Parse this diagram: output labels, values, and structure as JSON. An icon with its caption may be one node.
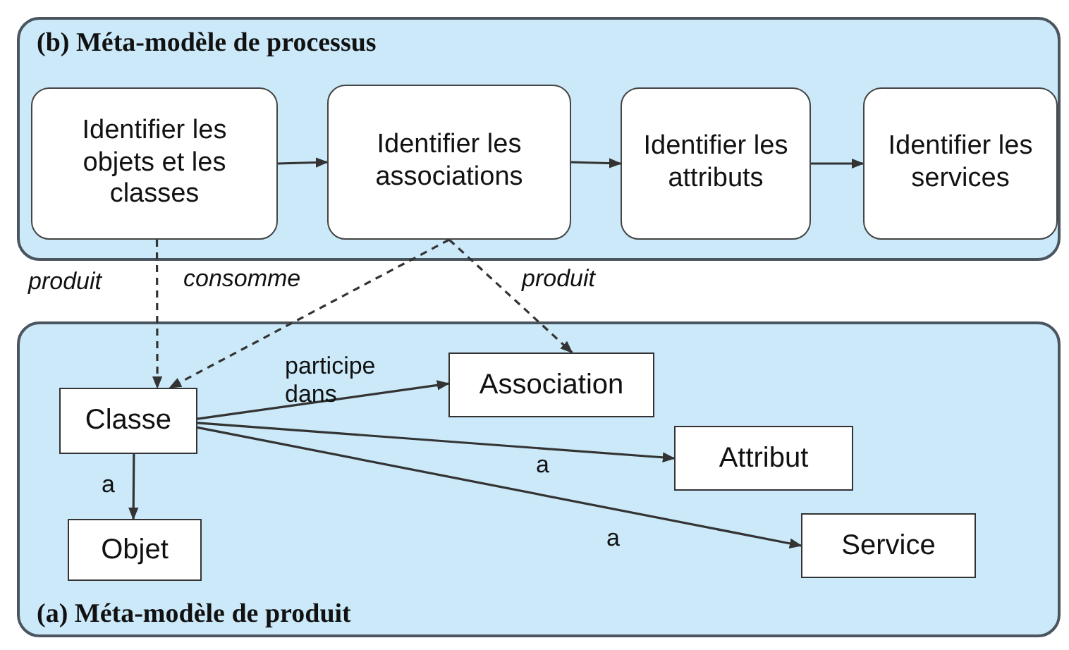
{
  "diagram": {
    "nodes": [
      {
        "text": [
          "(b) Méta-modèle de processus"
        ]
      },
      {
        "text": [
          "Identifier les objets et les classes"
        ],
        "in": 0
      },
      {
        "text": [
          "Identifier les associations"
        ],
        "in": 0
      },
      {
        "text": [
          "Identifier les attributs"
        ],
        "in": 0
      },
      {
        "text": [
          "Identifier les services"
        ],
        "in": 0
      },
      {
        "text": [
          "(a) Méta-modèle de produit"
        ]
      },
      {
        "text": [
          "Association"
        ],
        "in": 5
      },
      {
        "text": [
          "Classe"
        ],
        "in": 5
      },
      {
        "text": [
          "Attribut"
        ],
        "in": 5
      },
      {
        "text": [
          "Service"
        ],
        "in": 5
      },
      {
        "text": [
          "Objet"
        ],
        "in": 5
      }
    ],
    "edges": [
      {
        "from": 1,
        "to": 2,
        "arrow": "to"
      },
      {
        "from": 2,
        "to": 3,
        "arrow": "to"
      },
      {
        "from": 3,
        "to": 4,
        "arrow": "to"
      },
      {
        "from": 1,
        "to": 7,
        "arrow": "to",
        "label": "produit",
        "style": "dashed"
      },
      {
        "from": 2,
        "to": 7,
        "arrow": "to",
        "label": "consomme",
        "style": "dashed"
      },
      {
        "from": 2,
        "to": 6,
        "arrow": "to",
        "label": "produit",
        "style": "dashed"
      },
      {
        "from": 7,
        "to": 6,
        "arrow": "to",
        "label": "participe dans"
      },
      {
        "from": 7,
        "to": 8,
        "arrow": "to",
        "label": "a"
      },
      {
        "from": 7,
        "to": 9,
        "arrow": "to",
        "label": "a"
      },
      {
        "from": 7,
        "to": 10,
        "arrow": "to",
        "label": "a"
      }
    ]
  }
}
